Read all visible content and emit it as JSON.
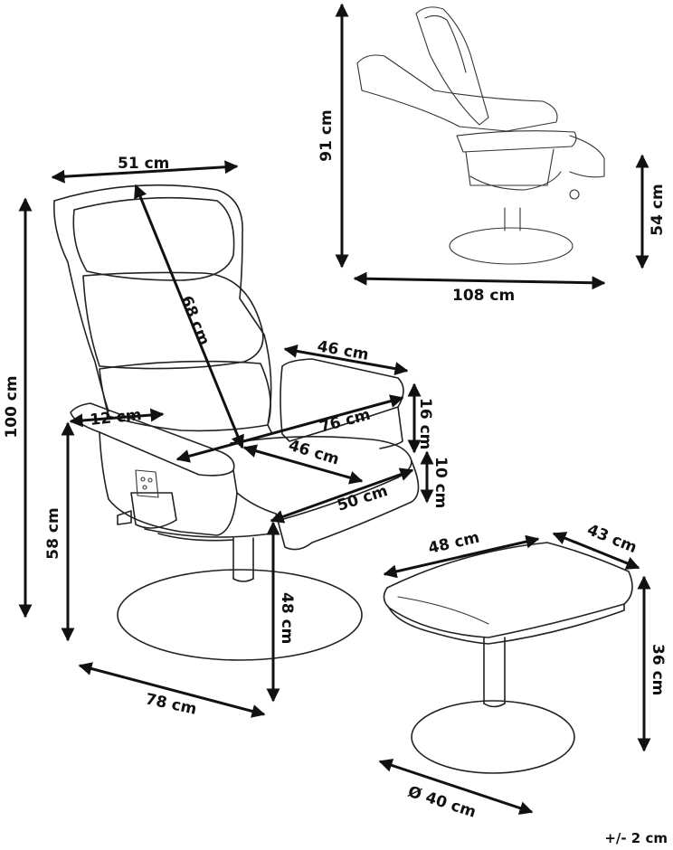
{
  "dimensions": {
    "armchair_total_height": "100 cm",
    "backrest_width": "51 cm",
    "backrest_height": "68 cm",
    "armrest_length": "46 cm",
    "armrest_width": "12 cm",
    "armrest_thickness": "16 cm",
    "seat_depth_total": "76 cm",
    "seat_depth": "46 cm",
    "seat_thickness": "10 cm",
    "seat_width": "50 cm",
    "armrest_height": "58 cm",
    "seat_height": "48 cm",
    "base_diameter_chair": "78 cm",
    "reclined_height": "91 cm",
    "reclined_length": "108 cm",
    "reclined_seat_height": "54 cm",
    "footstool_width": "48 cm",
    "footstool_depth": "43 cm",
    "footstool_height": "36 cm",
    "footstool_base_diameter": "Ø 40 cm"
  },
  "tolerance": "+/- 2 cm"
}
